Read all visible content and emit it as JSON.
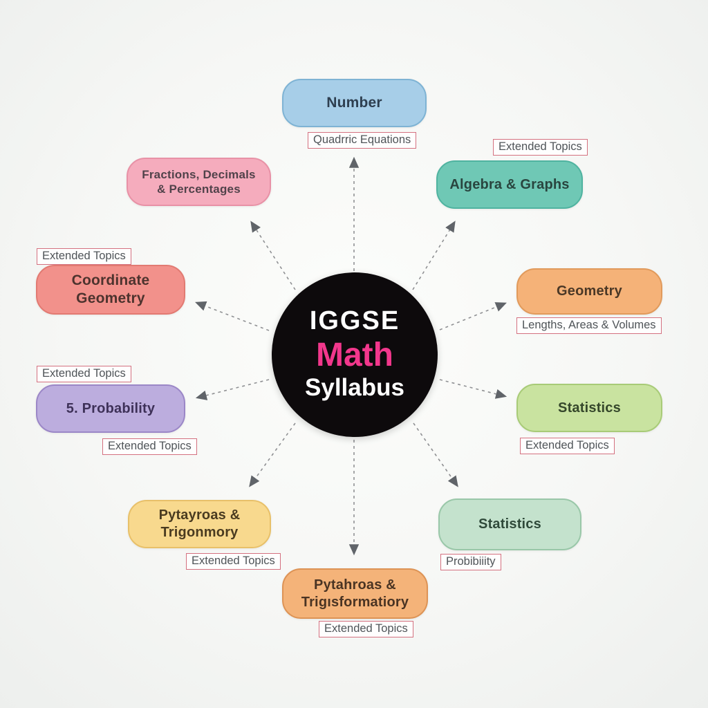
{
  "title_block": {
    "line1": "IGGSE",
    "line2": "Math",
    "line3": "Syllabus"
  },
  "colors": {
    "background": "#f6f7f5",
    "center_bg": "#0d0a0c",
    "center_text": "#ffffff",
    "center_accent": "#f2378c",
    "arrow": "#8f9093",
    "arrowhead": "#606469",
    "tag_border": "#d4707f",
    "tag_bg": "#fefefe",
    "tag_text": "#4f5458"
  },
  "nodes": [
    {
      "label": "Number",
      "fill": "#a7cee8",
      "border": "#7eb3d4",
      "text_color": "#2e3f50"
    },
    {
      "label": "Algebra & Graphs",
      "fill": "#6fc8b5",
      "border": "#4fb3a0",
      "text_color": "#29453f"
    },
    {
      "label": "Geometry",
      "fill": "#f5b278",
      "border": "#e19a5b",
      "text_color": "#4b3826"
    },
    {
      "label": "Statistics",
      "fill": "#c9e3a0",
      "border": "#a8cb77",
      "text_color": "#35472b"
    },
    {
      "label": "Statistics",
      "fill": "#c4e2cd",
      "border": "#99c7a8",
      "text_color": "#2f4a3a"
    },
    {
      "label": "Pytahroas & Trigısformatiory",
      "fill": "#f4b379",
      "border": "#dd9355",
      "text_color": "#4a3423"
    },
    {
      "label": "Pytayroas & Trigonmory",
      "fill": "#f8d98e",
      "border": "#e8c069",
      "text_color": "#4a3b20"
    },
    {
      "label": "5. Probability",
      "fill": "#bcadde",
      "border": "#9b87c7",
      "text_color": "#3e3158"
    },
    {
      "label": "Coordinate Geometry",
      "fill": "#f2918b",
      "border": "#e27a72",
      "text_color": "#4d332e"
    },
    {
      "label": "Fractions, Decimals & Percentages",
      "fill": "#f5acbd",
      "border": "#e891a6",
      "text_color": "#51424a"
    }
  ],
  "tags": [
    {
      "text": "Quadrric Equations"
    },
    {
      "text": "Extended Topics"
    },
    {
      "text": "Lengths, Areas & Volumes"
    },
    {
      "text": "Extended Topics"
    },
    {
      "text": "Probibiiity"
    },
    {
      "text": "Extended Topics"
    },
    {
      "text": "Extended Topics"
    },
    {
      "text": "Extended Topics"
    },
    {
      "text": "Extended Topics"
    },
    {
      "text": "Extended Topics"
    }
  ]
}
